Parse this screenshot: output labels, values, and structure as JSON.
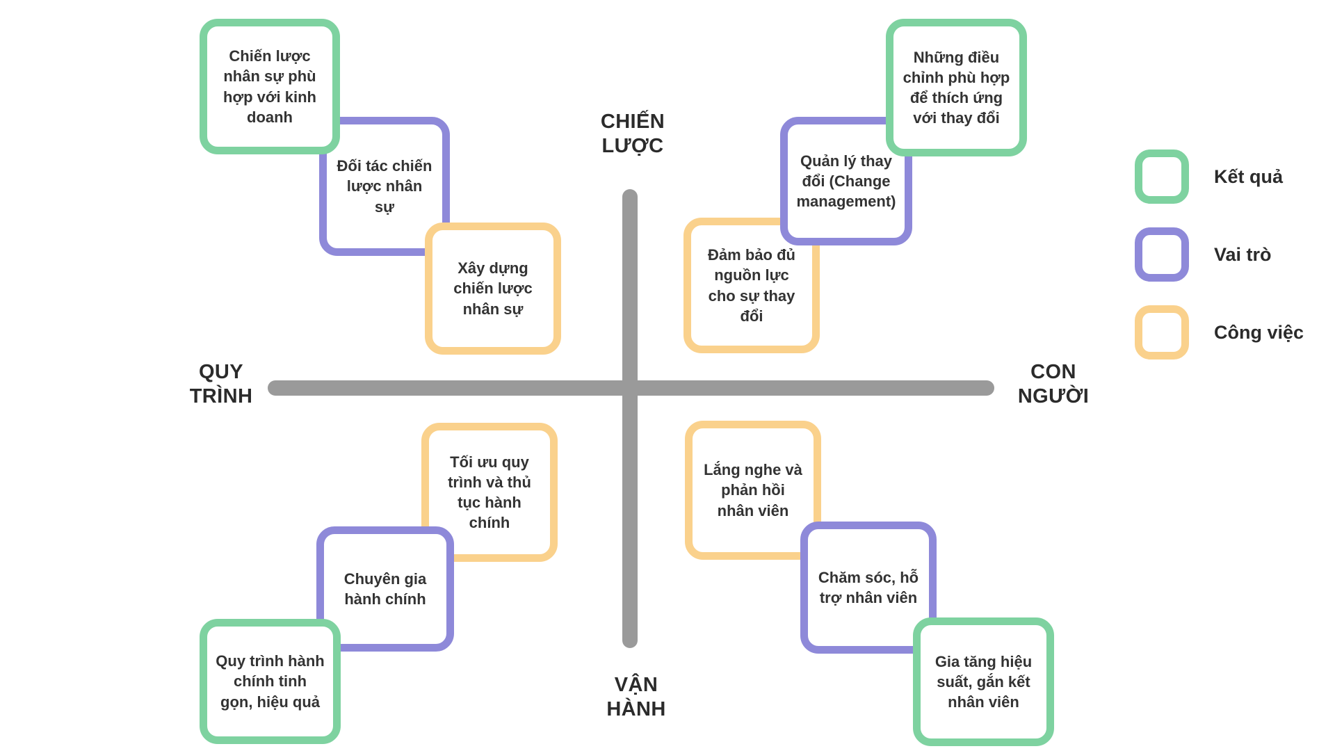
{
  "axes": {
    "top": "CHIẾN\nLƯỢC",
    "bottom": "VẬN\nHÀNH",
    "left": "QUY\nTRÌNH",
    "right": "CON\nNGƯỜI"
  },
  "colors": {
    "green": "#7ed2a0",
    "purple": "#8e89d9",
    "orange": "#fad18c",
    "axis": "#9a9a9a",
    "text": "#333333"
  },
  "legend": {
    "items": [
      {
        "label": "Kết quả",
        "category": "outcome",
        "color": "#7ed2a0"
      },
      {
        "label": "Vai trò",
        "category": "role",
        "color": "#8e89d9"
      },
      {
        "label": "Công việc",
        "category": "task",
        "color": "#fad18c"
      }
    ]
  },
  "quadrants": {
    "top_left": {
      "cards": [
        {
          "text": "Chiến lược nhân sự phù hợp với kinh doanh",
          "category": "outcome"
        },
        {
          "text": "Đối tác chiến lược nhân sự",
          "category": "role"
        },
        {
          "text": "Xây dựng chiến lược nhân sự",
          "category": "task"
        }
      ]
    },
    "top_right": {
      "cards": [
        {
          "text": "Những điều chỉnh phù hợp để thích ứng với thay đổi",
          "category": "outcome"
        },
        {
          "text": "Quản lý thay đổi (Change management)",
          "category": "role"
        },
        {
          "text": "Đảm bảo đủ nguồn lực cho sự thay đổi",
          "category": "task"
        }
      ]
    },
    "bottom_left": {
      "cards": [
        {
          "text": "Tối ưu quy trình và thủ tục hành chính",
          "category": "task"
        },
        {
          "text": "Chuyên gia hành chính",
          "category": "role"
        },
        {
          "text": "Quy trình hành chính tinh gọn, hiệu quả",
          "category": "outcome"
        }
      ]
    },
    "bottom_right": {
      "cards": [
        {
          "text": "Lắng nghe và phản hồi nhân viên",
          "category": "task"
        },
        {
          "text": "Chăm sóc, hỗ trợ nhân viên",
          "category": "role"
        },
        {
          "text": "Gia tăng hiệu suất, gắn kết nhân viên",
          "category": "outcome"
        }
      ]
    }
  }
}
